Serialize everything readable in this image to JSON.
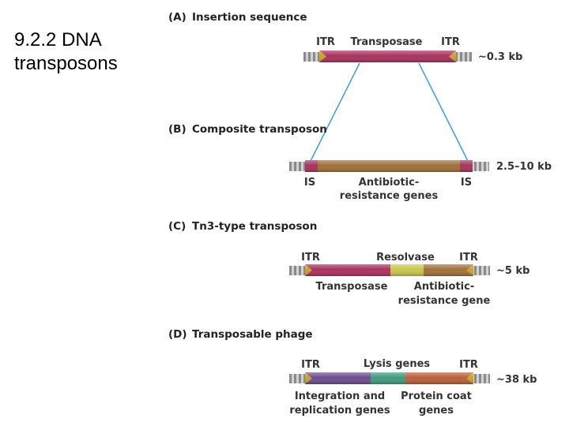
{
  "slide": {
    "title_line1": "9.2.2 DNA",
    "title_line2": "transposons"
  },
  "sections": {
    "a": {
      "letter": "(A)",
      "title": "Insertion sequence",
      "itr_left": "ITR",
      "center": "Transposase",
      "itr_right": "ITR",
      "size": "~0.3 kb"
    },
    "b": {
      "letter": "(B)",
      "title": "Composite transposon",
      "is_left": "IS",
      "center_line1": "Antibiotic-",
      "center_line2": "resistance genes",
      "is_right": "IS",
      "size": "2.5–10 kb"
    },
    "c": {
      "letter": "(C)",
      "title": "Tn3-type transposon",
      "itr_left": "ITR",
      "resolvase": "Resolvase",
      "itr_right": "ITR",
      "transposase": "Transposase",
      "antibiotic_line1": "Antibiotic-",
      "antibiotic_line2": "resistance gene",
      "size": "~5 kb"
    },
    "d": {
      "letter": "(D)",
      "title": "Transposable phage",
      "itr_left": "ITR",
      "lysis": "Lysis genes",
      "itr_right": "ITR",
      "integration_line1": "Integration and",
      "integration_line2": "replication genes",
      "coat_line1": "Protein coat",
      "coat_line2": "genes",
      "size": "~38 kb"
    }
  },
  "colors": {
    "transposase": "#a8325e",
    "brown_segment": "#a0703a",
    "resolvase": "#c9c64a",
    "integration": "#6c4d8e",
    "lysis": "#3f9a7e",
    "protein_coat": "#b8603a",
    "itr_marker": "#c9a12a",
    "connector": "#3aa0d2",
    "dna_flank": "#b8b8b8"
  }
}
